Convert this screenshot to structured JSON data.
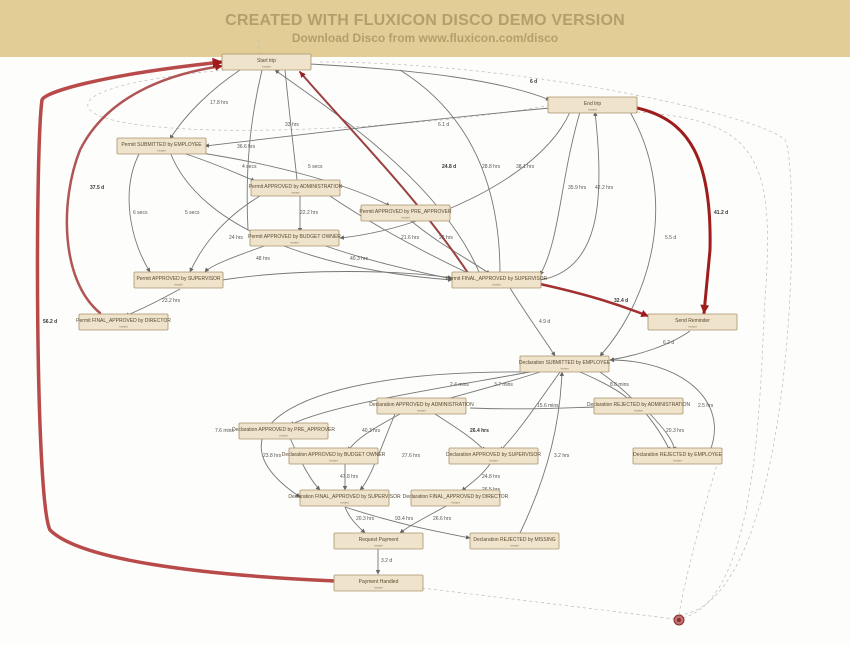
{
  "banner": {
    "title": "CREATED WITH FLUXICON DISCO DEMO VERSION",
    "subtitle": "Download Disco from www.fluxicon.com/disco"
  },
  "colors": {
    "banner": "#e3cd97",
    "node": "#f0e3cc",
    "hot_edge": "#9e1c1c"
  },
  "nodes": {
    "start": {
      "label": "Start trip",
      "freq": "instant"
    },
    "end": {
      "label": "End trip",
      "freq": "instant"
    },
    "permit_submitted": {
      "label": "Permit SUBMITTED by EMPLOYEE",
      "freq": "instant"
    },
    "permit_appr_admin": {
      "label": "Permit APPROVED by ADMINISTRATION",
      "freq": "instant"
    },
    "permit_appr_pre": {
      "label": "Permit APPROVED by PRE_APPROVER",
      "freq": "instant"
    },
    "permit_appr_budget": {
      "label": "Permit APPROVED by BUDGET OWNER",
      "freq": "instant"
    },
    "permit_appr_super": {
      "label": "Permit APPROVED by SUPERVISOR",
      "freq": "instant"
    },
    "permit_final_super": {
      "label": "Permit FINAL_APPROVED by SUPERVISOR",
      "freq": "instant"
    },
    "permit_final_director": {
      "label": "Permit FINAL_APPROVED by DIRECTOR",
      "freq": "instant"
    },
    "send_reminder": {
      "label": "Send Reminder",
      "freq": "instant"
    },
    "decl_submitted": {
      "label": "Declaration SUBMITTED by EMPLOYEE",
      "freq": "instant"
    },
    "decl_appr_admin": {
      "label": "Declaration APPROVED by ADMINISTRATION",
      "freq": "instant"
    },
    "decl_appr_pre": {
      "label": "Declaration APPROVED by PRE_APPROVER",
      "freq": "instant"
    },
    "decl_rej_admin": {
      "label": "Declaration REJECTED by ADMINISTRATION",
      "freq": "instant"
    },
    "decl_appr_budget": {
      "label": "Declaration APPROVED by BUDGET OWNER",
      "freq": "instant"
    },
    "decl_appr_super": {
      "label": "Declaration APPROVED by SUPERVISOR",
      "freq": "instant"
    },
    "decl_rej_employee": {
      "label": "Declaration REJECTED by EMPLOYEE",
      "freq": "instant"
    },
    "decl_final_super": {
      "label": "Declaration FINAL_APPROVED by SUPERVISOR",
      "freq": "instant"
    },
    "decl_final_director": {
      "label": "Declaration FINAL_APPROVED by DIRECTOR",
      "freq": "instant"
    },
    "request_payment": {
      "label": "Request Payment",
      "freq": "instant"
    },
    "decl_rej_missing": {
      "label": "Declaration REJECTED by MISSING",
      "freq": "instant"
    },
    "payment_handled": {
      "label": "Payment Handled",
      "freq": "instant"
    }
  },
  "edges": {
    "e_start_end": "6 d",
    "e_start_submitted": "17.8 hrs",
    "e_33hrs": "33 hrs",
    "e_36hrs": "36.6 hrs",
    "e_end_submitted": "6.1 d",
    "e_4secs": "4 secs",
    "e_5secs_a": "5 secs",
    "e_6secs": "6 secs",
    "e_5secs_b": "5 secs",
    "e_22hrs": "22.2 hrs",
    "e_24hrs": "24 hrs",
    "e_216hrs": "21.6 hrs",
    "e_22hrs_b": "22 hrs",
    "e_48hrs": "48 hrs",
    "e_403hrs": "40.3 hrs",
    "e_232hrs": "23.2 hrs",
    "e_248d": "24.8 d",
    "e_288hrs": "28.8 hrs",
    "e_381hrs": "38.1 hrs",
    "e_359hrs": "35.9 hrs",
    "e_422hrs": "42.2 hrs",
    "e_55d": "5.5 d",
    "e_412d": "41.2 d",
    "e_375d": "37.5 d",
    "e_324d": "32.4 d",
    "e_49d": "4.9 d",
    "e_62d": "6.2 d",
    "e_562d": "56.2 d",
    "e_24mins": "2.4 mins",
    "e_37mins": "3.7 mins",
    "e_88mins": "8.8 mins",
    "e_76mins": "7.6 mins",
    "e_403hrs_b": "40.3 hrs",
    "e_264hrs": "26.4 hrs",
    "e_156mins": "15.6 mins",
    "e_25hrs": "2.5 hrs",
    "e_203hrs": "20.3 hrs",
    "e_238hrs": "23.8 hrs",
    "e_276hrs": "27.6 hrs",
    "e_32hrs": "3.2 hrs",
    "e_478hrs": "47.8 hrs",
    "e_248hrs": "24.8 hrs",
    "e_265hrs": "26.5 hrs",
    "e_203hrs_b": "20.3 hrs",
    "e_934hrs": "93.4 hrs",
    "e_266hrs": "26.6 hrs",
    "e_32d": "3.2 d"
  }
}
